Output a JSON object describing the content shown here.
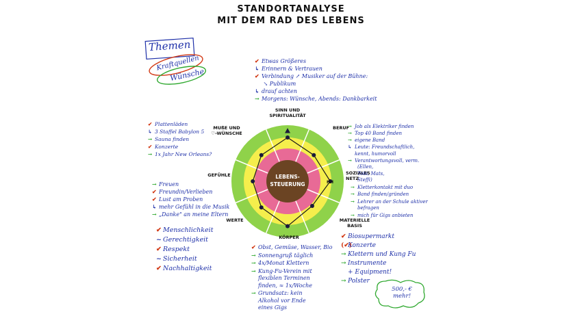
{
  "title_line1": "STANDORTANALYSE",
  "title_line2": "MIT DEM RAD DES LEBENS",
  "corner": {
    "w1": "Themen",
    "w2": "Kraftquellen",
    "w3": "Wünsche"
  },
  "center_label": {
    "l1": "LEBENS-",
    "l2": "STEUERUNG"
  },
  "marker_text": "HH",
  "wheel": {
    "colors": {
      "outer": "#8fd24a",
      "mid": "#f5ee4c",
      "inner": "#e86a96",
      "core": "#6b4423"
    },
    "segments": [
      {
        "id": "sinn",
        "l1": "SINN UND",
        "l2": "SPIRITUALITÄT"
      },
      {
        "id": "beruf",
        "l1": "BERUF",
        "l2": ""
      },
      {
        "id": "sozial",
        "l1": "SOZIALES",
        "l2": "NETZ"
      },
      {
        "id": "basis",
        "l1": "MATERIELLE",
        "l2": "BASIS"
      },
      {
        "id": "koerper",
        "l1": "KÖRPER",
        "l2": ""
      },
      {
        "id": "werte",
        "l1": "WERTE",
        "l2": ""
      },
      {
        "id": "gefuehle",
        "l1": "GEFÜHLE",
        "l2": ""
      },
      {
        "id": "musse",
        "l1": "MUßE UND",
        "l2": "♡-WÜNSCHE"
      }
    ],
    "levels": [
      0.78,
      0.66,
      0.76,
      0.62,
      0.8,
      0.66,
      0.62,
      0.66
    ]
  },
  "notes": {
    "sinn": [
      {
        "m": "✔",
        "c": "chk",
        "t": "Etwas Größeres"
      },
      {
        "m": "↳",
        "c": "tld",
        "t": "Erinnern & Vertrauen"
      },
      {
        "m": "✔",
        "c": "chk",
        "t": "Verbindung ↗ Musiker auf der Bühne:"
      },
      {
        "m": "",
        "c": "tld",
        "t": "               ↘ Publikum"
      },
      {
        "m": "↳",
        "c": "tld",
        "t": "drauf achten"
      },
      {
        "m": "→",
        "c": "arr",
        "t": "Morgens: Wünsche, Abends: Dankbarkeit"
      }
    ],
    "beruf": [
      {
        "m": "→",
        "c": "arr",
        "t": "Job als Elektriker finden"
      },
      {
        "m": "→",
        "c": "arr",
        "t": "Top 40 Band finden"
      },
      {
        "m": "→",
        "c": "arr",
        "t": "eigene Band"
      },
      {
        "m": "↳",
        "c": "tld",
        "t": "Leute: Freundschaftlich,"
      },
      {
        "m": "",
        "c": "tld",
        "t": "kennt, humorvoll"
      },
      {
        "m": "→",
        "c": "arr",
        "t": "Verantwortungsvoll, verm."
      }
    ],
    "sozial": [
      {
        "m": "",
        "c": "tld",
        "t": "(Ellen,"
      },
      {
        "m": "",
        "c": "tld",
        "t": "Tobi, Mats,"
      },
      {
        "m": "",
        "c": "tld",
        "t": "Steffi)"
      },
      {
        "m": "→",
        "c": "arr",
        "t": "Kletterkontakt mit duo"
      },
      {
        "m": "→",
        "c": "arr",
        "t": "Band finden/gründen"
      },
      {
        "m": "→",
        "c": "arr",
        "t": "Lehrer an der Schule aktiver"
      },
      {
        "m": "",
        "c": "tld",
        "t": "befragen"
      },
      {
        "m": "→",
        "c": "arr",
        "t": "mich für Gigs anbieten"
      }
    ],
    "basis": [
      {
        "m": "✔",
        "c": "chk",
        "t": "Biosupermarkt"
      },
      {
        "m": "(✔)",
        "c": "chk",
        "t": "Konzerte"
      },
      {
        "m": "→",
        "c": "arr",
        "t": "Klettern und Kung Fu"
      },
      {
        "m": "→",
        "c": "arr",
        "t": "Instrumente"
      },
      {
        "m": "",
        "c": "tld",
        "t": "+ Equipment!"
      },
      {
        "m": "→",
        "c": "arr",
        "t": "Polster"
      }
    ],
    "money": "500,- € mehr!",
    "koerper": [
      {
        "m": "✔",
        "c": "chk",
        "t": "Obst, Gemüse, Wasser, Bio"
      },
      {
        "m": "→",
        "c": "arr",
        "t": "Sonnengruß täglich"
      },
      {
        "m": "→",
        "c": "arr",
        "t": "4x/Monat Klettern"
      },
      {
        "m": "→",
        "c": "arr",
        "t": "Kung-Fu-Verein mit"
      },
      {
        "m": "",
        "c": "tld",
        "t": "flexiblen Terminen"
      },
      {
        "m": "",
        "c": "tld",
        "t": "finden, ≈ 1x/Woche"
      },
      {
        "m": "→",
        "c": "arr",
        "t": "Grundsatz: kein"
      },
      {
        "m": "",
        "c": "tld",
        "t": "Alkohol vor Ende"
      },
      {
        "m": "",
        "c": "tld",
        "t": "eines Gigs"
      }
    ],
    "werte": [
      {
        "m": "✔",
        "c": "chk",
        "t": "Menschlichkeit"
      },
      {
        "m": "~",
        "c": "tld",
        "t": "Gerechtigkeit"
      },
      {
        "m": "✔",
        "c": "chk",
        "t": "Respekt"
      },
      {
        "m": "~",
        "c": "tld",
        "t": "Sicherheit"
      },
      {
        "m": "✔",
        "c": "chk",
        "t": "Nachhaltigkeit"
      }
    ],
    "gefuehle": [
      {
        "m": "→",
        "c": "arr",
        "t": "Freuen"
      },
      {
        "m": "✔",
        "c": "chk",
        "t": "Freundin/Verlieben"
      },
      {
        "m": "✔",
        "c": "chk",
        "t": "Lust am Proben"
      },
      {
        "m": "↳",
        "c": "tld",
        "t": "mehr Gefühl in die Musik"
      },
      {
        "m": "→",
        "c": "arr",
        "t": "„Danke\" an meine Eltern"
      }
    ],
    "musse": [
      {
        "m": "✔",
        "c": "chk",
        "t": "Plattenläden"
      },
      {
        "m": "↳",
        "c": "tld",
        "t": "3 Staffel Babylon 5"
      },
      {
        "m": "→",
        "c": "arr",
        "t": "Sauna finden"
      },
      {
        "m": "✔",
        "c": "chk",
        "t": "Konzerte"
      },
      {
        "m": "→",
        "c": "arr",
        "t": "1x Jahr New Orleans?"
      }
    ]
  }
}
